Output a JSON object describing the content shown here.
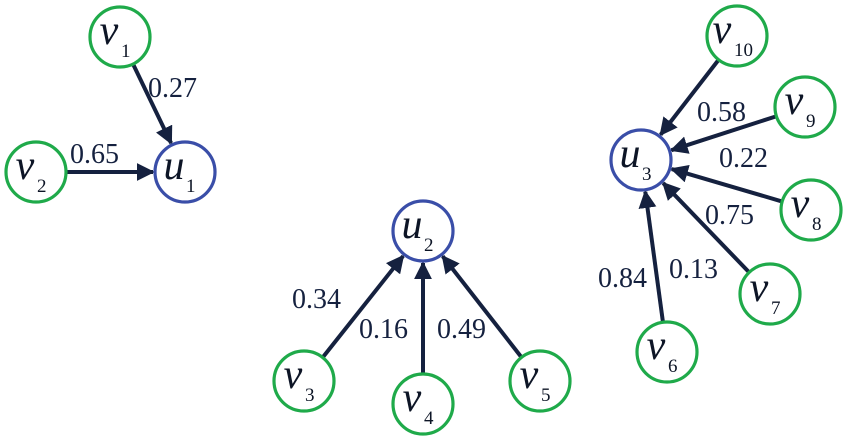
{
  "colors": {
    "source_node": "#1faa4a",
    "target_node": "#3a4ea8",
    "edge": "#15213f",
    "text": "#0d1526"
  },
  "nodes": [
    {
      "id": "v1",
      "letter": "v",
      "sub": "1",
      "kind": "source"
    },
    {
      "id": "v2",
      "letter": "v",
      "sub": "2",
      "kind": "source"
    },
    {
      "id": "u1",
      "letter": "u",
      "sub": "1",
      "kind": "target"
    },
    {
      "id": "u2",
      "letter": "u",
      "sub": "2",
      "kind": "target"
    },
    {
      "id": "v3",
      "letter": "v",
      "sub": "3",
      "kind": "source"
    },
    {
      "id": "v4",
      "letter": "v",
      "sub": "4",
      "kind": "source"
    },
    {
      "id": "v5",
      "letter": "v",
      "sub": "5",
      "kind": "source"
    },
    {
      "id": "u3",
      "letter": "u",
      "sub": "3",
      "kind": "target"
    },
    {
      "id": "v6",
      "letter": "v",
      "sub": "6",
      "kind": "source"
    },
    {
      "id": "v7",
      "letter": "v",
      "sub": "7",
      "kind": "source"
    },
    {
      "id": "v8",
      "letter": "v",
      "sub": "8",
      "kind": "source"
    },
    {
      "id": "v9",
      "letter": "v",
      "sub": "9",
      "kind": "source"
    },
    {
      "id": "v10",
      "letter": "v",
      "sub": "10",
      "kind": "source"
    }
  ],
  "edges": [
    {
      "from": "v1",
      "to": "u1",
      "weight": "0.27"
    },
    {
      "from": "v2",
      "to": "u1",
      "weight": "0.65"
    },
    {
      "from": "v3",
      "to": "u2",
      "weight": "0.34"
    },
    {
      "from": "v4",
      "to": "u2",
      "weight": "0.16"
    },
    {
      "from": "v5",
      "to": "u2",
      "weight": "0.49"
    },
    {
      "from": "v6",
      "to": "u3",
      "weight": "0.84"
    },
    {
      "from": "v7",
      "to": "u3",
      "weight": "0.13"
    },
    {
      "from": "v8",
      "to": "u3",
      "weight": "0.75"
    },
    {
      "from": "v9",
      "to": "u3",
      "weight": "0.22"
    },
    {
      "from": "v10",
      "to": "u3",
      "weight": "0.58"
    }
  ]
}
